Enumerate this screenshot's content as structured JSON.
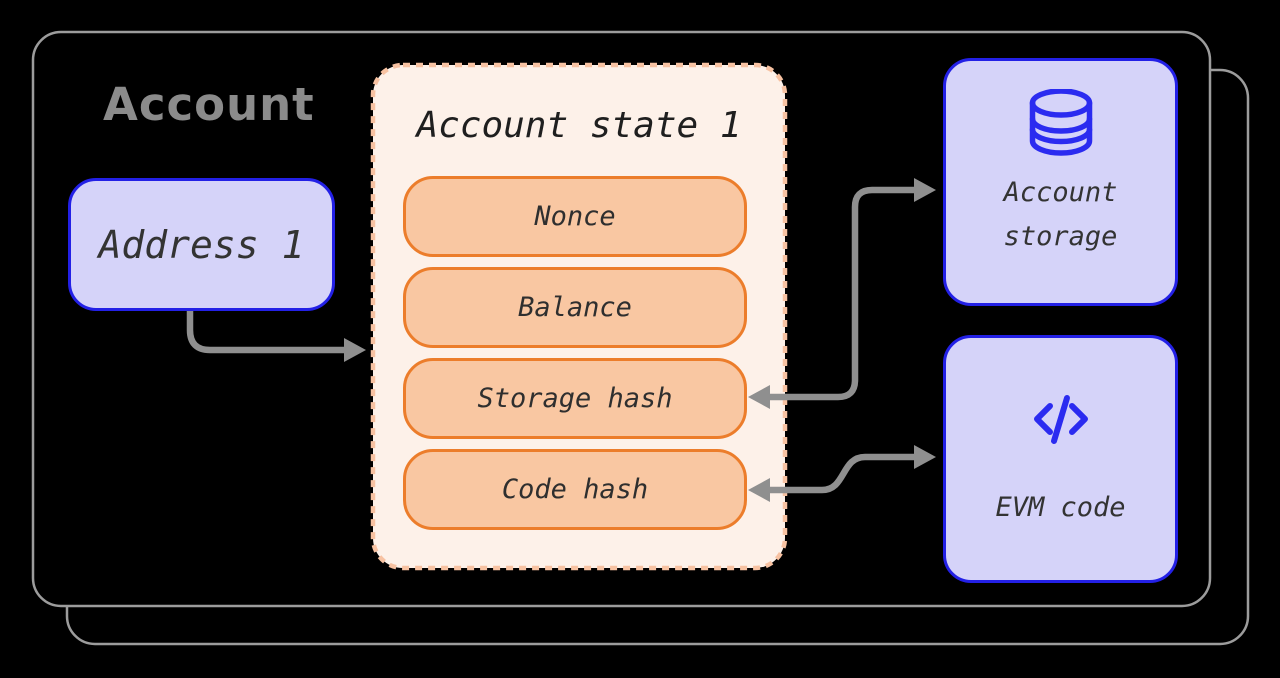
{
  "diagram": {
    "title": "Account",
    "address_box": {
      "label": "Address 1"
    },
    "account_state": {
      "title": "Account state 1",
      "fields": [
        "Nonce",
        "Balance",
        "Storage hash",
        "Code hash"
      ]
    },
    "storage_box": {
      "label": "Account storage",
      "icon": "database-icon"
    },
    "evm_box": {
      "label": "EVM code",
      "icon": "code-icon"
    },
    "connections": [
      {
        "from": "address-box",
        "to": "account-state-container",
        "style": "single-arrow"
      },
      {
        "from": "storage-hash-pill",
        "to": "account-storage-box",
        "style": "double-arrow"
      },
      {
        "from": "code-hash-pill",
        "to": "evm-code-box",
        "style": "double-arrow"
      }
    ],
    "colors": {
      "background": "#000000",
      "outer_outline": "#9c9c9c",
      "title_gray": "#8b8b8b",
      "lavender_fill": "#d5d3f9",
      "blue_border": "#2320e6",
      "icon_blue": "#2b2bf0",
      "state_fill": "#fdf1e9",
      "state_dash": "#f7c2a2",
      "pill_fill": "#f9c7a2",
      "pill_border": "#ec7d2b",
      "arrow_gray": "#8f8f8f",
      "text_dark": "#2f2f2f"
    }
  }
}
